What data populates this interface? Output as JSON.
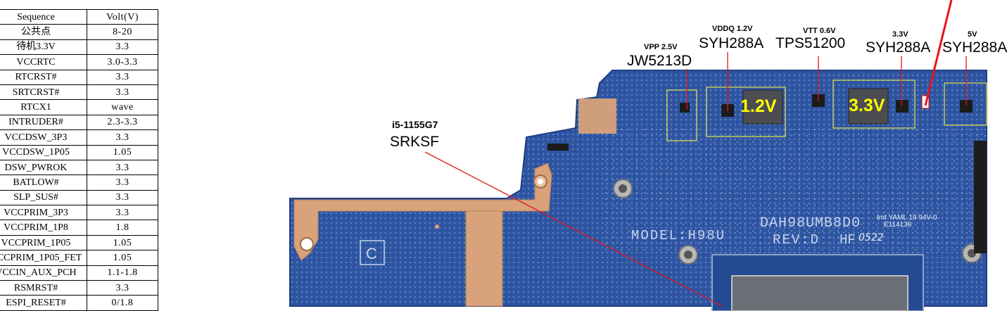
{
  "table": {
    "headers": [
      "Sequence",
      "Volt(V)"
    ],
    "rows": [
      [
        "公共点",
        "8-20"
      ],
      [
        "待机3.3V",
        "3.3"
      ],
      [
        "VCCRTC",
        "3.0-3.3"
      ],
      [
        "RTCRST#",
        "3.3"
      ],
      [
        "SRTCRST#",
        "3.3"
      ],
      [
        "RTCX1",
        "wave"
      ],
      [
        "INTRUDER#",
        "2.3-3.3"
      ],
      [
        "VCCDSW_3P3",
        "3.3"
      ],
      [
        "VCCDSW_1P05",
        "1.05"
      ],
      [
        "DSW_PWROK",
        "3.3"
      ],
      [
        "BATLOW#",
        "3.3"
      ],
      [
        "SLP_SUS#",
        "3.3"
      ],
      [
        "VCCPRIM_3P3",
        "3.3"
      ],
      [
        "VCCPRIM_1P8",
        "1.8"
      ],
      [
        "VCCPRIM_1P05",
        "1.05"
      ],
      [
        "VCCPRIM_1P05_FET",
        "1.05"
      ],
      [
        "VCCIN_AUX_PCH",
        "1.1-1.8"
      ],
      [
        "RSMRST#",
        "3.3"
      ],
      [
        "ESPI_RESET#",
        "0/1.8"
      ]
    ]
  },
  "labels": {
    "vpp_voltage": "VPP 2.5V",
    "vpp_chip": "JW5213D",
    "vddq_voltage": "VDDQ 1.2V",
    "vddq_chip": "SYH288A",
    "vtt_voltage": "VTT 0.6V",
    "vtt_chip": "TPS51200",
    "v33_voltage": "3.3V",
    "v33_chip": "SYH288A",
    "v5_voltage": "5V",
    "v5_chip": "SYH288A",
    "cpu_model": "i5-1155G7",
    "cpu_code": "SRKSF"
  },
  "board": {
    "model_text": "MODEL:H98U",
    "rev_text": "REV:D",
    "hf_text": "HF",
    "pn_text": "DAH98UMB8D0",
    "handwritten": "0522",
    "yaml_text": "tmt YAML 19 94V-0",
    "e_code": "E114139",
    "overlay_12": "1.2V",
    "overlay_33": "3.3V"
  },
  "colors": {
    "pcb": "#2f56a3",
    "pad": "#d8a27a",
    "highlight": "#ffff00",
    "pointer": "#e8131b"
  }
}
